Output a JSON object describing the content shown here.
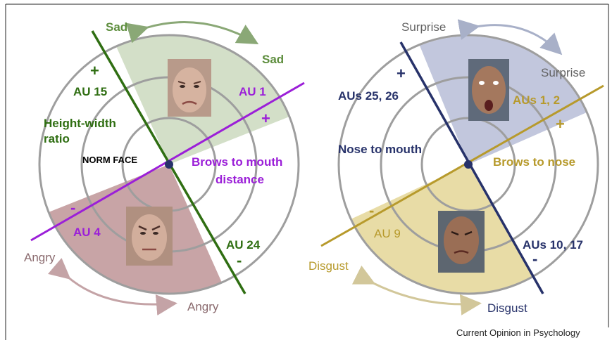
{
  "colors": {
    "sad": "#5e8e3e",
    "sad_light": "#8aa876",
    "sad_fill": "#d3dfc8",
    "angry_text": "#8a6a6e",
    "angry_fill": "#c8a4a6",
    "purple": "#9b1fd8",
    "navy": "#27326a",
    "navy_fill": "#c2c7dd",
    "gold": "#b79a2c",
    "gold_fill": "#e8dca6",
    "gray_text": "#646464",
    "ring": "#9e9e9e"
  },
  "left_panel": {
    "sad_top": "Sad",
    "sad_right": "Sad",
    "au15": "AU 15",
    "plus_green": "+",
    "height_width_1": "Height-width",
    "height_width_2": "ratio",
    "norm_face": "NORM FACE",
    "au1": "AU 1",
    "plus_purple": "+",
    "brows_mouth_1": "Brows to mouth",
    "brows_mouth_2": "distance",
    "minus_purple": "-",
    "au4": "AU 4",
    "angry_left": "Angry",
    "angry_bottom": "Angry",
    "au24": "AU 24",
    "minus_green": "-"
  },
  "right_panel": {
    "surprise_top": "Surprise",
    "surprise_right": "Surprise",
    "plus_navy": "+",
    "aus_25_26": "AUs 25, 26",
    "aus_1_2": "AUs 1, 2",
    "plus_gold": "+",
    "nose_mouth": "Nose to mouth",
    "brows_nose": "Brows to nose",
    "minus_gold": "-",
    "au9": "AU 9",
    "disgust_left": "Disgust",
    "disgust_bottom": "Disgust",
    "aus_10_17": "AUs 10, 17",
    "minus_navy": "-"
  },
  "credit": "Current Opinion in Psychology"
}
